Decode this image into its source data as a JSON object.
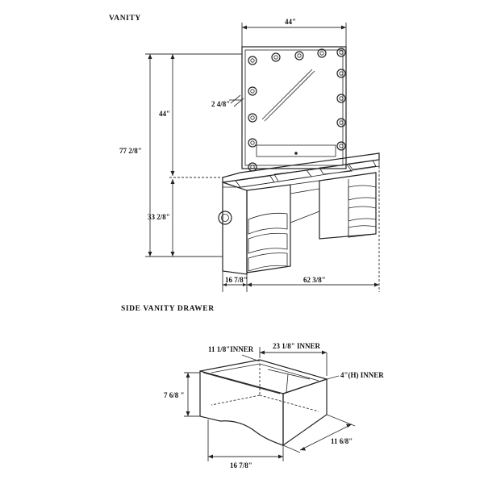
{
  "titles": {
    "vanity": "VANITY",
    "drawer": "SIDE VANITY  DRAWER"
  },
  "vanity_dims": {
    "mirror_width": "44\"",
    "mirror_height": "44\"",
    "mirror_depth": "2 4/8\"",
    "total_height": "77 2/8\"",
    "table_height": "33 2/8\"",
    "depth": "16 7/8\"",
    "width": "62 3/8\""
  },
  "drawer_dims": {
    "inner_depth": "11 1/8\"INNER",
    "inner_width": "23 1/8\" INNER",
    "inner_height": "4\"(H) INNER",
    "front_height": "7 6/8 \"",
    "depth": "11 6/8\"",
    "width": "16 7/8\""
  },
  "colors": {
    "line": "#222222",
    "background": "#ffffff"
  }
}
